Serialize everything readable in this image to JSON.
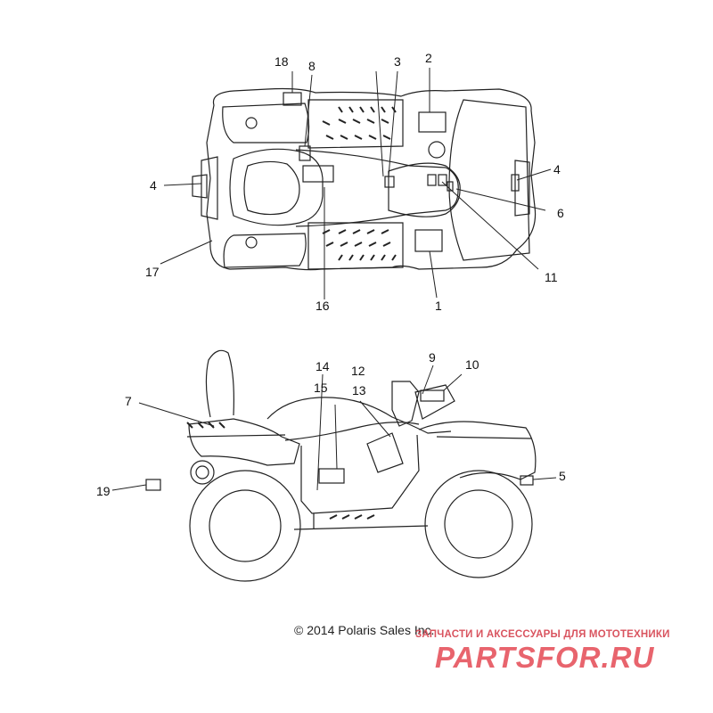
{
  "callouts": [
    {
      "id": "1",
      "label": "1"
    },
    {
      "id": "2",
      "label": "2"
    },
    {
      "id": "3",
      "label": "3"
    },
    {
      "id": "4a",
      "label": "4"
    },
    {
      "id": "4b",
      "label": "4"
    },
    {
      "id": "5",
      "label": "5"
    },
    {
      "id": "6",
      "label": "6"
    },
    {
      "id": "7",
      "label": "7"
    },
    {
      "id": "8",
      "label": "8"
    },
    {
      "id": "9",
      "label": "9"
    },
    {
      "id": "10",
      "label": "10"
    },
    {
      "id": "11",
      "label": "11"
    },
    {
      "id": "12",
      "label": "12"
    },
    {
      "id": "13",
      "label": "13"
    },
    {
      "id": "14",
      "label": "14"
    },
    {
      "id": "15",
      "label": "15"
    },
    {
      "id": "16",
      "label": "16"
    },
    {
      "id": "17",
      "label": "17"
    },
    {
      "id": "18",
      "label": "18"
    },
    {
      "id": "19",
      "label": "19"
    }
  ],
  "copyright": "© 2014  Polaris Sales Inc.",
  "watermark": {
    "tagline": "ЗАПЧАСТИ И АКСЕССУАРЫ ДЛЯ МОТОТЕХНИКИ",
    "brand": "PARTSFOR.RU",
    "color": "#e8646d"
  }
}
